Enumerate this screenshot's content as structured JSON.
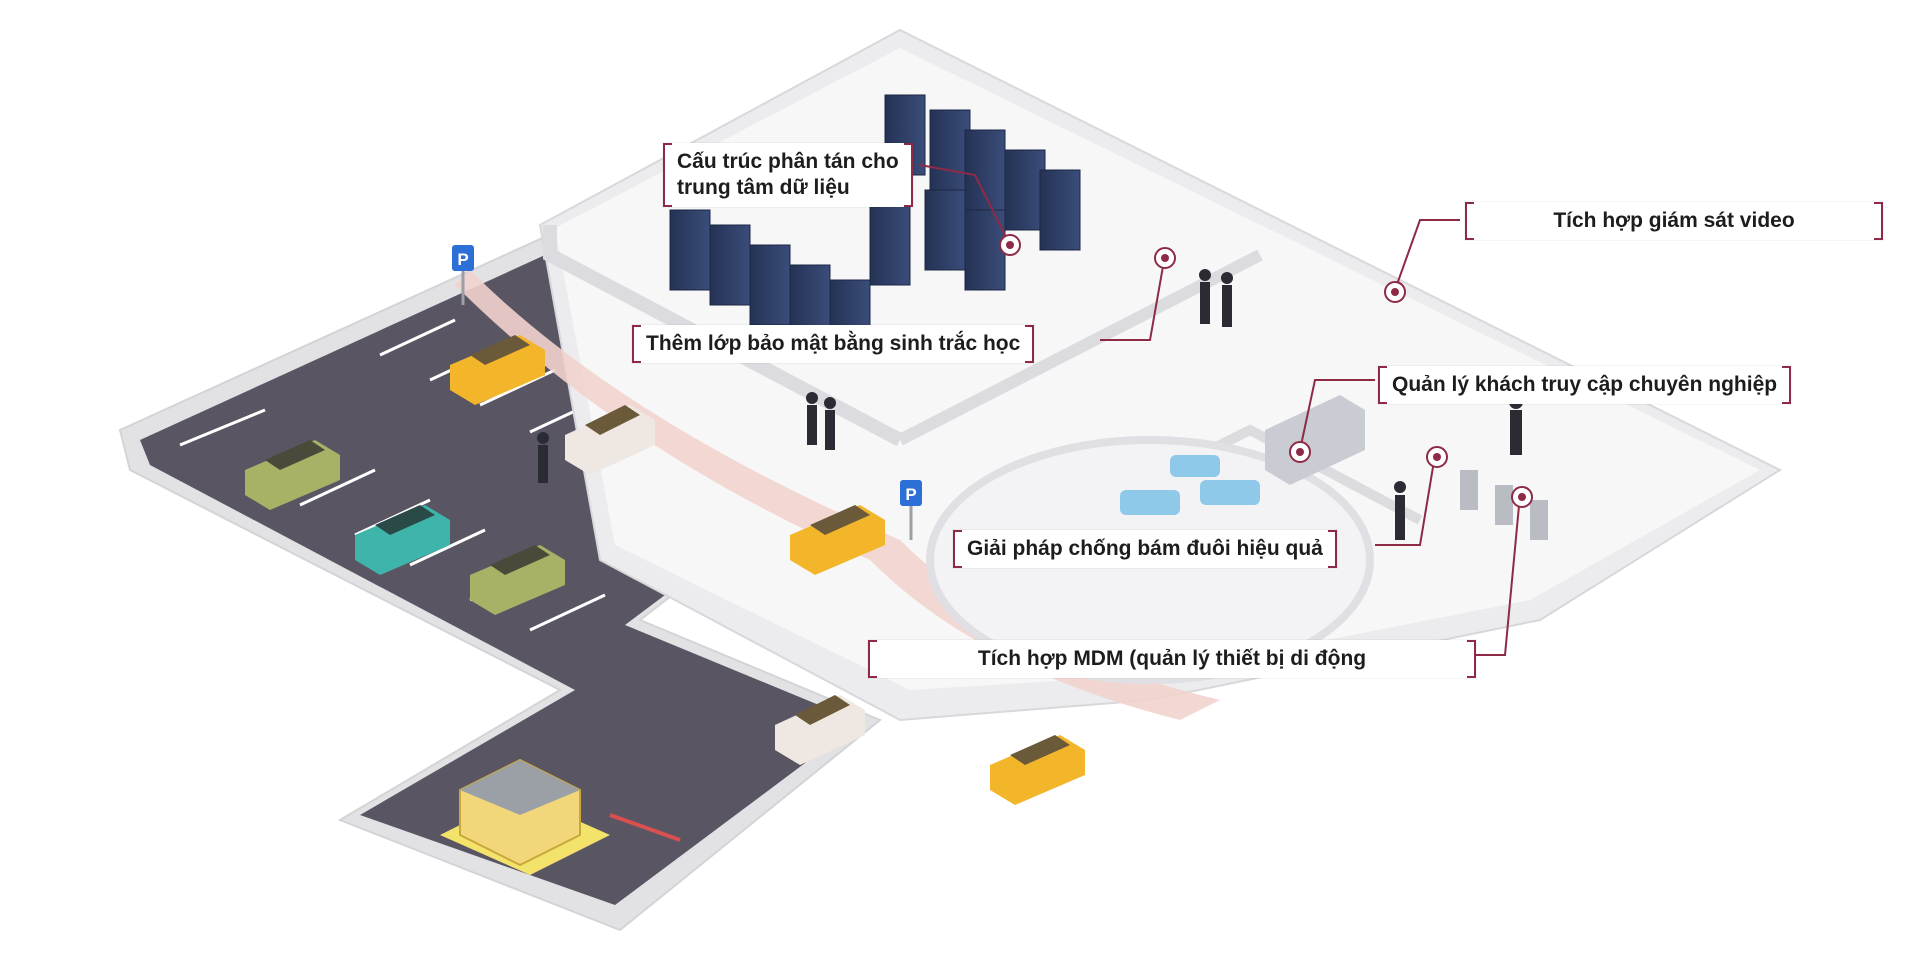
{
  "callouts": {
    "distributed_dc": "Cấu trúc phân tán cho\ntrung tâm dữ liệu",
    "video_surveillance": "Tích hợp giám sát video",
    "biometric": "Thêm lớp bảo mật bằng sinh trắc học",
    "visitor_management": "Quản lý khách truy cập chuyên nghiệp",
    "anti_tailgating": "Giải pháp chống bám đuôi hiệu quả",
    "mdm": "Tích hợp MDM (quản lý thiết bị di động"
  },
  "parking_signs": [
    "P",
    "P"
  ],
  "colors": {
    "accent": "#8e2a45",
    "asphalt": "#5a5563",
    "wall": "#e6e6e8",
    "floor": "#f7f7f8",
    "pink_path": "#f2d3cd",
    "server": "#2f3e63",
    "sign_blue": "#2c6fd6",
    "car_yellow": "#f3b52a",
    "car_green": "#a7b266",
    "car_teal": "#3fb4aa"
  }
}
